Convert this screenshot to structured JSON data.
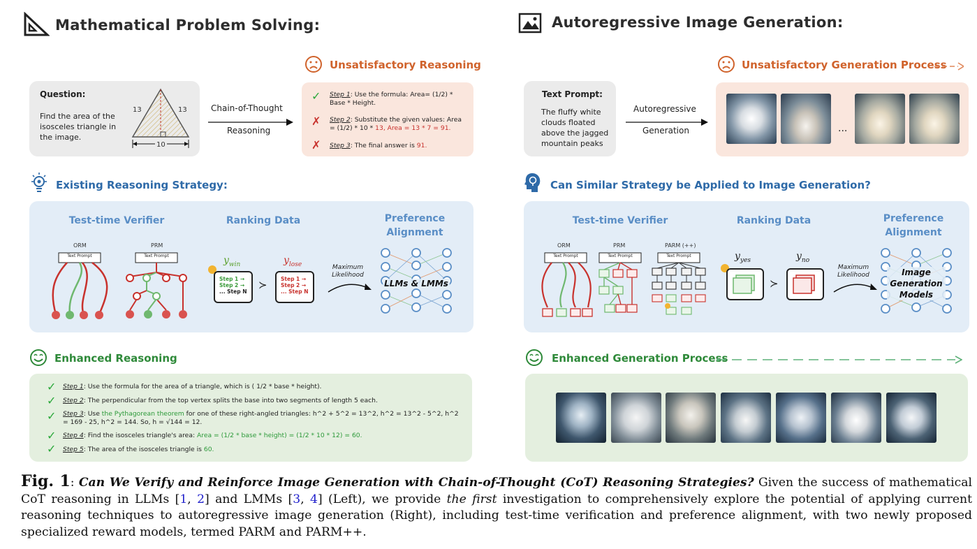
{
  "left": {
    "title": "Mathematical Problem Solving:",
    "question_label": "Question:",
    "question_text": "Find the area of the isosceles triangle in the image.",
    "triangle_side_left": "13",
    "triangle_side_right": "13",
    "triangle_base": "10",
    "cot_top": "Chain-of-Thought",
    "cot_bottom": "Reasoning",
    "unsat_label": "Unsatisfactory Reasoning",
    "unsat_steps": [
      {
        "step": "Step 1",
        "text": ": Use the formula: Area= (1/2) * Base * Height.",
        "mark": "✓"
      },
      {
        "step": "Step 2",
        "text": ": Substitute the given values: Area = (1/2) * 10 * ",
        "red": "13, Area = 13 * 7 = 91.",
        "mark": "✗"
      },
      {
        "step": "Step 3",
        "text": ": The final answer is ",
        "red": "91.",
        "mark": "✗"
      }
    ],
    "existing_label": "Existing Reasoning Strategy:",
    "verifier_label": "Test-time Verifier",
    "ranking_label": "Ranking Data",
    "pref_label": "Preference Alignment",
    "orm": "ORM",
    "prm": "PRM",
    "text_prompt_box": "Text Prompt",
    "y_win": "y",
    "y_win_sub": "win",
    "y_lose": "y",
    "y_lose_sub": "lose",
    "steps_bubble": [
      "Step 1 →",
      "Step 2 →",
      "... Step N"
    ],
    "gt": "≻",
    "max_like_1": "Maximum",
    "max_like_2": "Likelihood",
    "llms": "LLMs & LMMs",
    "enhanced_label": "Enhanced Reasoning",
    "enhanced_steps": [
      {
        "step": "Step 1",
        "text": ": Use the formula for the area of a triangle, which is ( 1/2 * base * height)."
      },
      {
        "step": "Step 2",
        "text": ": The perpendicular from the top vertex splits the base into two segments of length 5 each."
      },
      {
        "step": "Step 3",
        "text_a": ": Use ",
        "green": "the Pythagorean theorem",
        "text_b": " for one of these right-angled triangles: h^2 + 5^2 = 13^2, h^2 = 13^2 - 5^2, h^2 = 169 - 25, h^2 = 144. So, h = √144 = 12."
      },
      {
        "step": "Step 4",
        "text_a": ": Find the isosceles triangle's area: ",
        "green": "Area = (1/2 * base * height) = (1/2 * 10 * 12)  = 60."
      },
      {
        "step": "Step 5",
        "text_a": ": The area of the isosceles triangle is ",
        "green": "60."
      }
    ]
  },
  "right": {
    "title": "Autoregressive Image Generation:",
    "prompt_label": "Text Prompt:",
    "prompt_text": "The fluffy white clouds floated above the jagged mountain peaks",
    "ar_top": "Autoregressive",
    "ar_bottom": "Generation",
    "unsat_label": "Unsatisfactory Generation Process",
    "ellipsis": "...",
    "question_label": "Can Similar Strategy be Applied to Image Generation?",
    "verifier_label": "Test-time Verifier",
    "ranking_label": "Ranking Data",
    "pref_label": "Preference Alignment",
    "orm": "ORM",
    "prm": "PRM",
    "parm": "PARM (++)",
    "text_prompt_box": "Text Prompt",
    "y_yes": "y",
    "y_yes_sub": "yes",
    "y_no": "y",
    "y_no_sub": "no",
    "gt": "≻",
    "max_like_1": "Maximum",
    "max_like_2": "Likelihood",
    "igm": "Image Generation Models",
    "enhanced_label": "Enhanced Generation Process"
  },
  "caption": {
    "fig": "Fig. 1",
    "colon": ": ",
    "question": "Can We Verify and Reinforce Image Generation with Chain-of-Thought (CoT) Reasoning Strategies?",
    "t1": " Given the success of mathematical CoT reasoning in LLMs [",
    "r1": "1",
    "c1": ", ",
    "r2": "2",
    "t2": "] and LMMs [",
    "r3": "3",
    "c2": ", ",
    "r4": "4",
    "t3": "] (Left), we provide ",
    "em": "the first",
    "t4": " investigation to comprehensively explore the potential of applying current reasoning techniques to autoregressive image generation (Right), including test-time verification and preference alignment, with two newly proposed specialized reward models, termed PARM and PARM++."
  },
  "colors": {
    "warn": "#d0632c",
    "blue": "#2e6aa8",
    "green": "#2f8a3a",
    "red": "#c8322d"
  }
}
